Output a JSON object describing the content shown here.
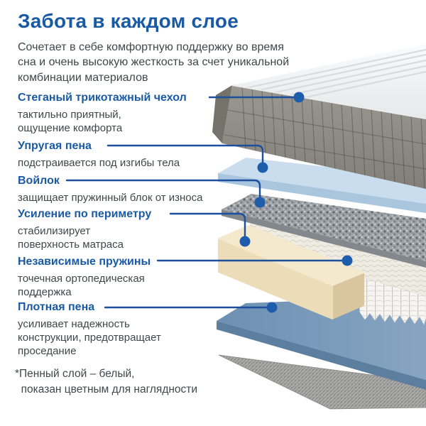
{
  "header": {
    "title": "Забота в каждом слое",
    "subtitle": "Сочетает в себе комфортную поддержку во время\nсна и очень высокую жесткость за счет уникальной\nкомбинации материалов"
  },
  "layers": [
    {
      "title": "Стеганый трикотажный чехол",
      "desc": "тактильно приятный,\nощущение комфорта"
    },
    {
      "title": "Упругая пена",
      "desc": "подстраивается под изгибы тела"
    },
    {
      "title": "Войлок",
      "desc": "защищает пружинный блок от износа"
    },
    {
      "title": "Усиление по периметру",
      "desc": "стабилизирует\nповерхность матраса"
    },
    {
      "title": "Независимые пружины",
      "desc": "точечная ортопедическая\nподдержка"
    },
    {
      "title": "Плотная пена",
      "desc": "усиливает надежность\nконструкции, предотвращает\nпроседание"
    }
  ],
  "footnote": "*Пенный слой – белый,\n  показан цветным для наглядности",
  "colors": {
    "accent_blue": "#1a5aa5",
    "leader_line": "#1c4f9e",
    "leader_dot": "#1e5cac",
    "body_text": "#41464b",
    "cover_side_gray": "#8e8c85",
    "elastic_foam_blue": "#c9ddee",
    "felt_gray": "#9da3a9",
    "perimeter_beige": "#f4e9cd",
    "dense_foam_blue": "#7899b8",
    "base_fabric_gray": "#9a9a98"
  },
  "illustration": {
    "name": "mattress-exploded-layers",
    "parts": [
      "quilted-cover",
      "elastic-foam",
      "felt",
      "perimeter-reinforcement",
      "independent-springs",
      "dense-foam",
      "base-fabric"
    ]
  }
}
